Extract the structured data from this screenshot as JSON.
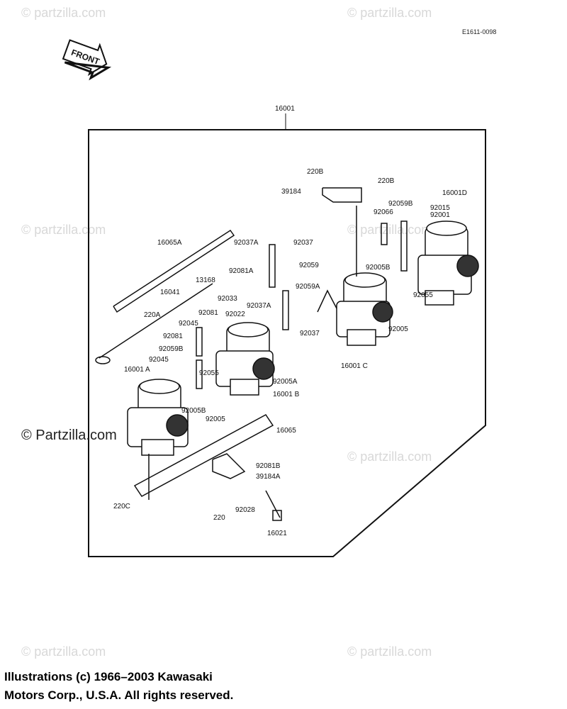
{
  "reference_code": "E1611-0098",
  "front_arrow_label": "FRONT",
  "watermark": "© Partzilla.com",
  "watermark_small": "© partzilla.com",
  "copyright_line1": "Illustrations (c) 1966–2003 Kawasaki",
  "copyright_line2": "Motors Corp., U.S.A.  All rights reserved.",
  "part_labels": {
    "p16001": "16001",
    "p220B_a": "220B",
    "p220B_b": "220B",
    "p39184": "39184",
    "p92059B_top": "92059B",
    "p16001D": "16001D",
    "p92066": "92066",
    "p92015": "92015",
    "p92001": "92001",
    "p16065A": "16065A",
    "p92037A_a": "92037A",
    "p92037_a": "92037",
    "p92059": "92059",
    "p13168": "13168",
    "p92081A": "92081A",
    "p16041": "16041",
    "p92033": "92033",
    "p92005B_a": "92005B",
    "p92059A": "92059A",
    "p220A": "220A",
    "p92081_a": "92081",
    "p92022": "92022",
    "p92037A_b": "92037A",
    "p92055_a": "92055",
    "p92045_a": "92045",
    "p92081_b": "92081",
    "p92005": "92005",
    "p92037_b": "92037",
    "p92059B": "92059B",
    "p92045_b": "92045",
    "p16001C": "16001 C",
    "p16001A": "16001 A",
    "p92055_b": "92055",
    "p92005A": "92005A",
    "p16001B": "16001 B",
    "p92005B_b": "92005B",
    "p92005_b": "92005",
    "p16065": "16065",
    "p92081B": "92081B",
    "p39184A": "39184A",
    "p220C": "220C",
    "p220": "220",
    "p92028": "92028",
    "p16021": "16021"
  }
}
